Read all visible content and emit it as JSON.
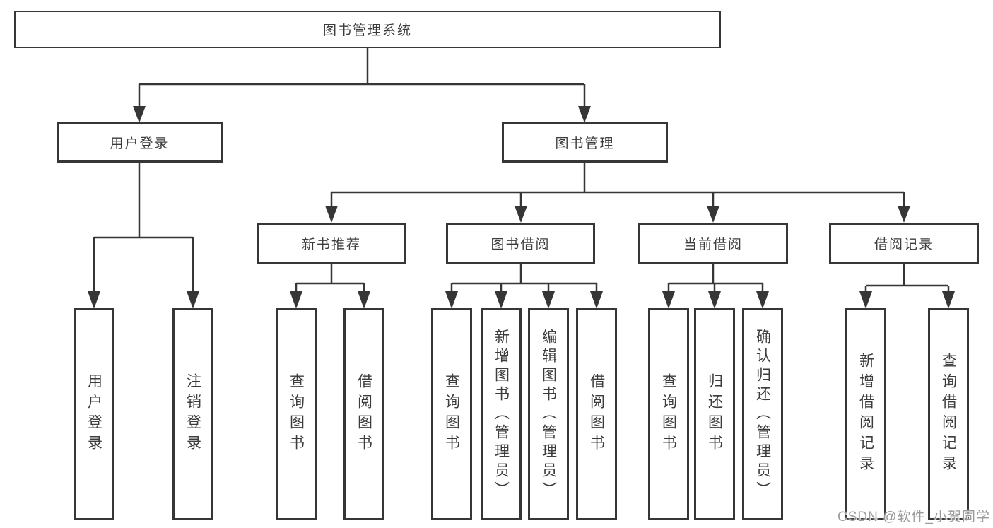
{
  "colors": {
    "line": "#363636",
    "text": "#3c3c3c",
    "watermark_text": "#9b9b9b",
    "background": "#ffffff"
  },
  "tree": {
    "label": "图书管理系统",
    "children": [
      {
        "label": "用户登录",
        "children": [
          {
            "label": "用户登录"
          },
          {
            "label": "注销登录"
          }
        ]
      },
      {
        "label": "图书管理",
        "children": [
          {
            "label": "新书推荐",
            "children": [
              {
                "label": "查询图书"
              },
              {
                "label": "借阅图书"
              }
            ]
          },
          {
            "label": "图书借阅",
            "children": [
              {
                "label": "查询图书"
              },
              {
                "label": "新增图书（管理员）"
              },
              {
                "label": "编辑图书（管理员）"
              },
              {
                "label": "借阅图书"
              }
            ]
          },
          {
            "label": "当前借阅",
            "children": [
              {
                "label": "查询图书"
              },
              {
                "label": "归还图书"
              },
              {
                "label": "确认归还（管理员）"
              }
            ]
          },
          {
            "label": "借阅记录",
            "children": [
              {
                "label": "新增借阅记录"
              },
              {
                "label": "查询借阅记录"
              }
            ]
          }
        ]
      }
    ]
  },
  "watermark": "CSDN @软件_小贺同学"
}
